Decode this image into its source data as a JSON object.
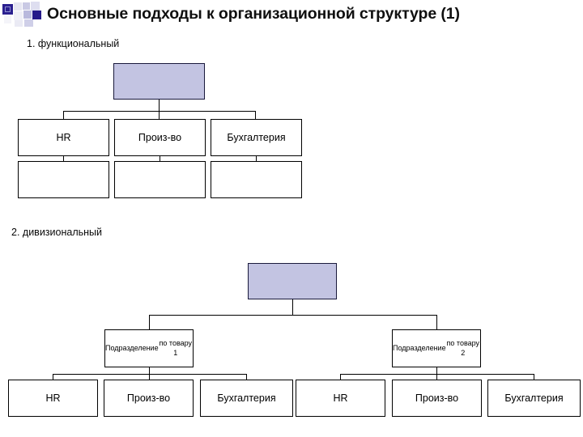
{
  "slide": {
    "title": "Основные подходы к организационной структуре (1)",
    "logo_icon": "squares-logo-icon",
    "accent_color": "#2a1f8f",
    "node_fill_color": "#c3c4e2",
    "node_border_color": "#000000",
    "background_color": "#ffffff"
  },
  "sections": [
    {
      "caption": "1. функциональный",
      "type": "functional",
      "root": {
        "label": ""
      },
      "level1": [
        {
          "label": "HR"
        },
        {
          "label": "Произ-во"
        },
        {
          "label": "Бухгалтерия"
        }
      ],
      "level2": [
        {
          "label": ""
        },
        {
          "label": ""
        },
        {
          "label": ""
        }
      ]
    },
    {
      "caption": "2. дивизиональный",
      "type": "divisional",
      "root": {
        "label": ""
      },
      "divisions": [
        {
          "label": "Подразделение\nпо товару 1",
          "line1": "Подразделение",
          "line2": "по товару 1",
          "children": [
            {
              "label": "HR"
            },
            {
              "label": "Произ-во"
            },
            {
              "label": "Бухгалтерия"
            }
          ]
        },
        {
          "label": "Подразделение\nпо товару 2",
          "line1": "Подразделение",
          "line2": "по товару 2",
          "children": [
            {
              "label": "HR"
            },
            {
              "label": "Произ-во"
            },
            {
              "label": "Бухгалтерия"
            }
          ]
        }
      ]
    }
  ]
}
